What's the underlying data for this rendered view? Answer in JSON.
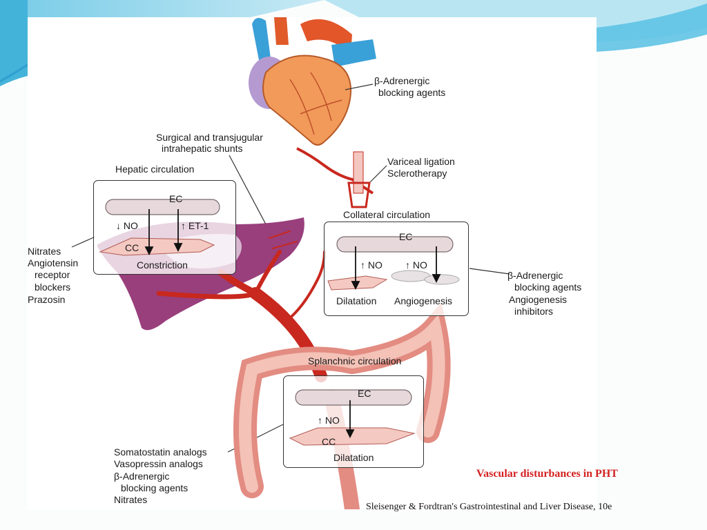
{
  "diagram": {
    "heart": {
      "label_1": "β-Adrenergic",
      "label_2": "blocking agents"
    },
    "shunts": {
      "label_1": "Surgical and transjugular",
      "label_2": "intrahepatic shunts"
    },
    "varices": {
      "label_1": "Variceal ligation",
      "label_2": "Sclerotherapy"
    },
    "hepatic": {
      "title": "Hepatic circulation",
      "ec": "EC",
      "no": "↓ NO",
      "et1": "↑ ET-1",
      "cc": "CC",
      "effect": "Constriction",
      "drugs": [
        "Nitrates",
        "Angiotensin",
        "receptor",
        "blockers",
        "Prazosin"
      ]
    },
    "collateral": {
      "title": "Collateral circulation",
      "ec": "EC",
      "no_left": "↑ NO",
      "no_right": "↑ NO",
      "effect_left": "Dilatation",
      "effect_right": "Angiogenesis",
      "drugs": [
        "β-Adrenergic",
        "blocking agents",
        "Angiogenesis",
        "inhibitors"
      ]
    },
    "splanchnic": {
      "title": "Splanchnic circulation",
      "ec": "EC",
      "no": "↑ NO",
      "cc": "CC",
      "effect": "Dilatation",
      "drugs": [
        "Somatostatin analogs",
        "Vasopressin analogs",
        "β-Adrenergic",
        "blocking agents",
        "Nitrates"
      ]
    }
  },
  "caption": "Vascular disturbances in PHT",
  "source": "Sleisenger & Fordtran's Gastrointestinal and Liver Disease, 10e",
  "colors": {
    "caption": "#d42020",
    "accent": "#2ea8d8",
    "liver": "#8e2a6e",
    "vessel": "#c8281e"
  }
}
